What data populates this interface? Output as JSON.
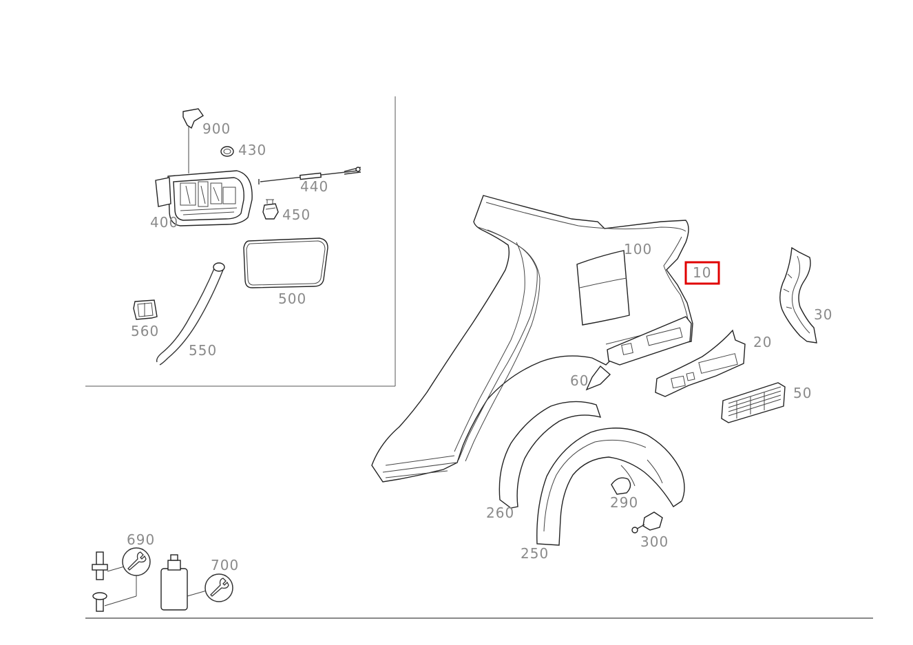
{
  "labels": {
    "p900": "900",
    "p430": "430",
    "p440": "440",
    "p400": "400",
    "p450": "450",
    "p500": "500",
    "p560": "560",
    "p550": "550",
    "p100": "100",
    "p10": "10",
    "p30": "30",
    "p20": "20",
    "p60": "60",
    "p50": "50",
    "p260": "260",
    "p290": "290",
    "p250": "250",
    "p300": "300",
    "p690": "690",
    "p700": "700"
  },
  "highlight": {
    "part": "10",
    "color": "#e00000"
  },
  "icons": {
    "wrench_690": "wrench-icon",
    "wrench_700": "wrench-icon"
  }
}
